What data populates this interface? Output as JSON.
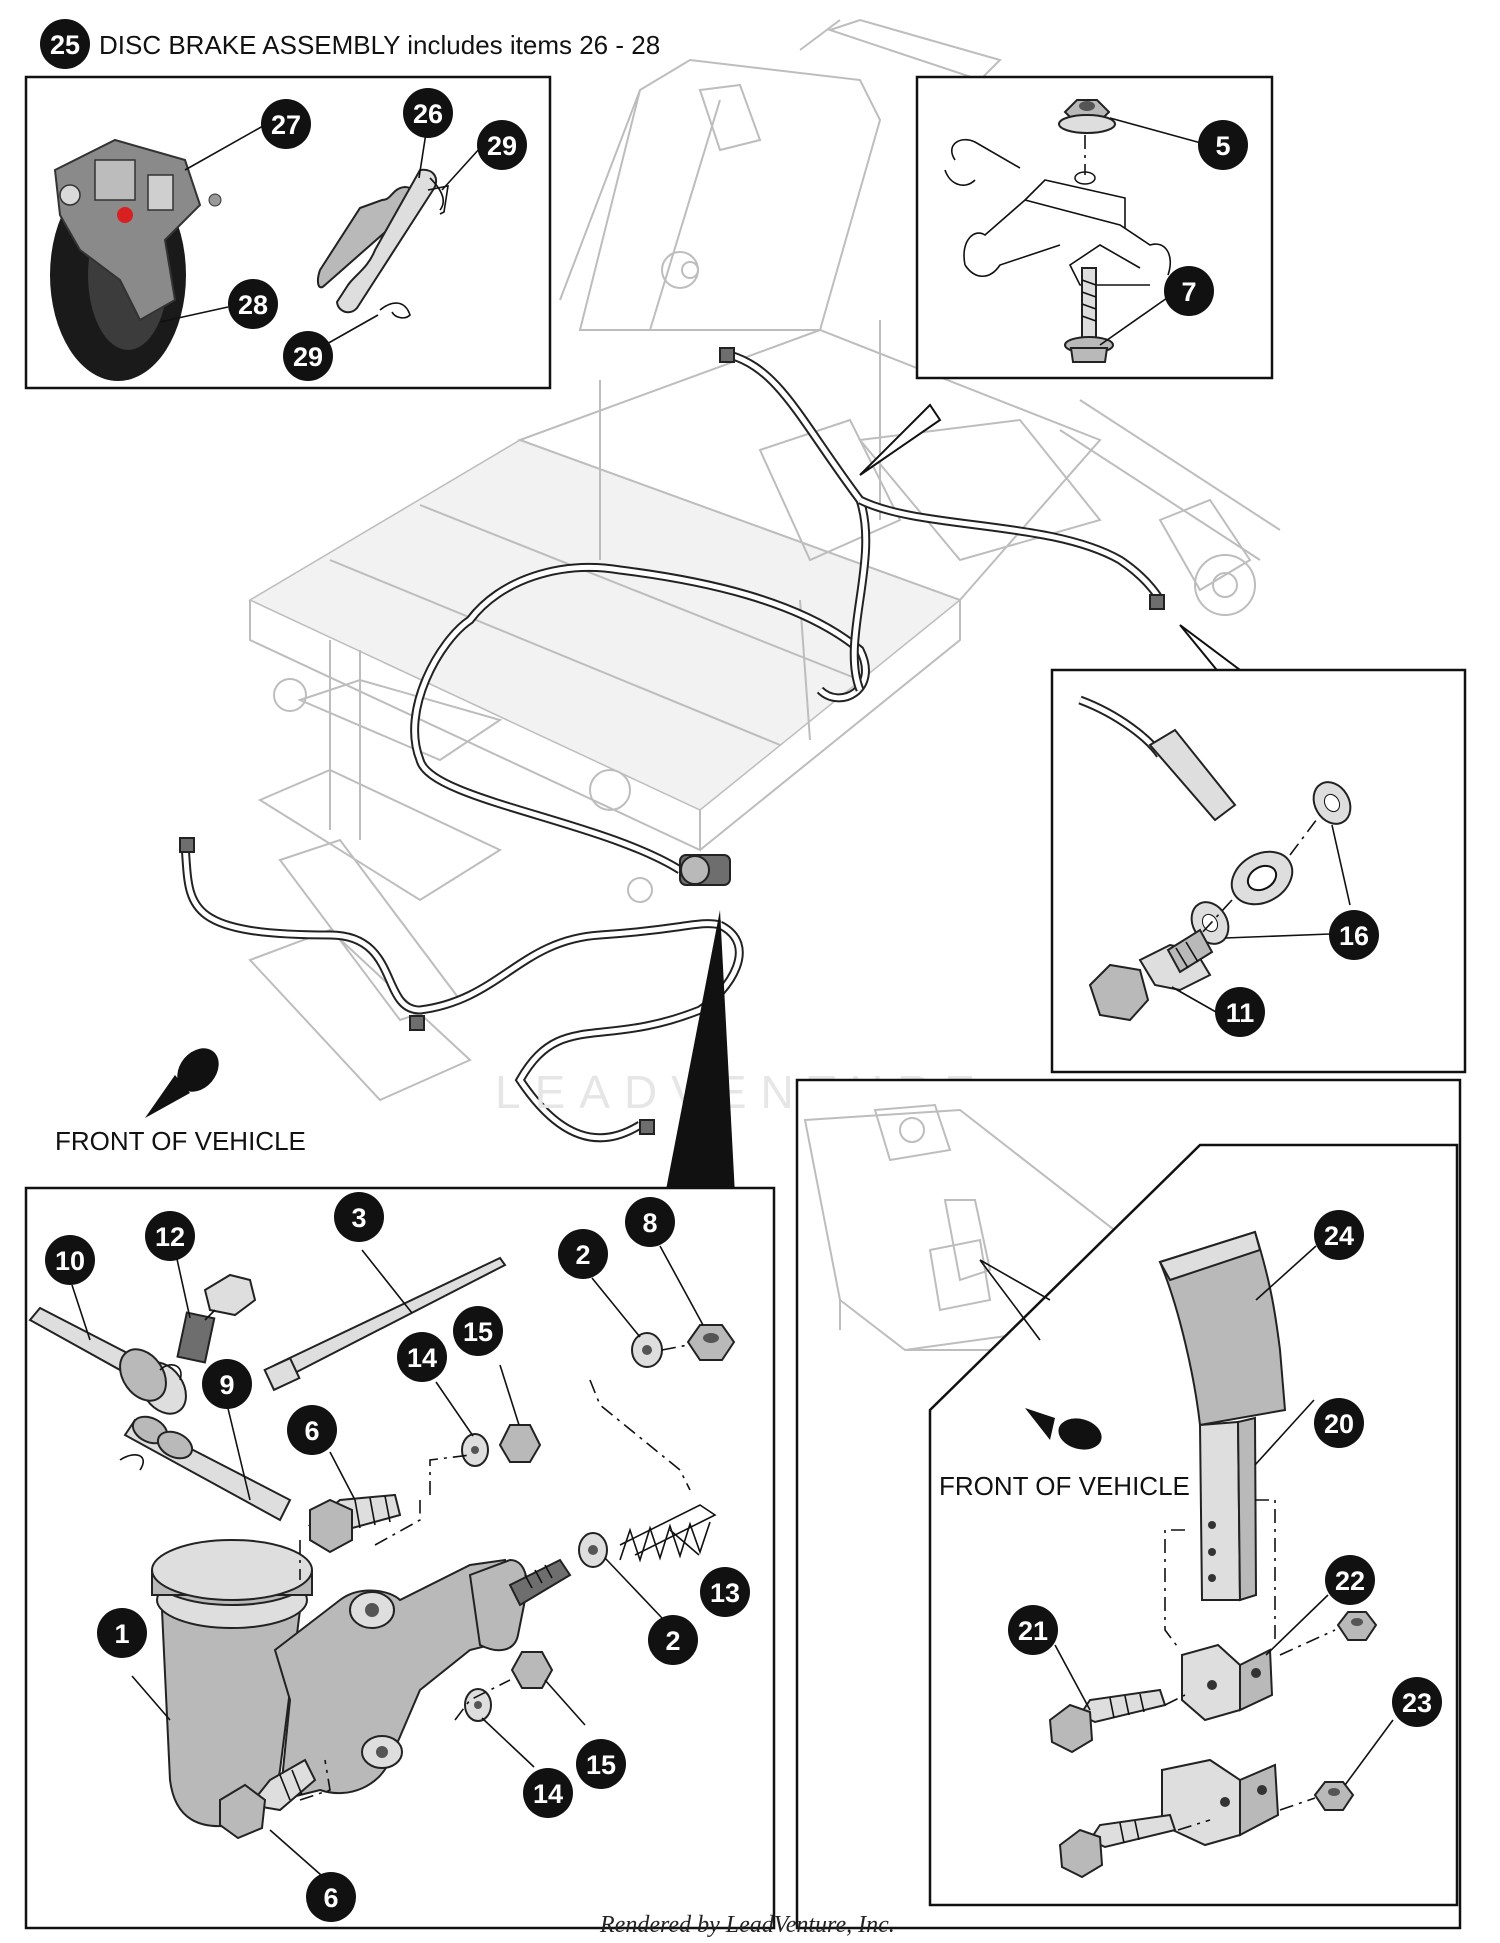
{
  "header": {
    "callout_number": "25",
    "title": "DISC BRAKE ASSEMBLY includes items 26 - 28"
  },
  "labels": {
    "front_main": "FRONT OF VEHICLE",
    "front_pedal": "FRONT OF VEHICLE"
  },
  "watermark": "LEADVENTURE",
  "footer": "Rendered by LeadVenture, Inc.",
  "callouts": {
    "c27": "27",
    "c26": "26",
    "c29a": "29",
    "c28": "28",
    "c29b": "29",
    "c5": "5",
    "c7": "7",
    "c16": "16",
    "c11": "11",
    "c24": "24",
    "c20": "20",
    "c22": "22",
    "c21": "21",
    "c23": "23",
    "c3": "3",
    "c2a": "2",
    "c8": "8",
    "c10": "10",
    "c12": "12",
    "c9": "9",
    "c15a": "15",
    "c14a": "14",
    "c6a": "6",
    "c13": "13",
    "c2b": "2",
    "c1": "1",
    "c15b": "15",
    "c14b": "14",
    "c6b": "6"
  }
}
